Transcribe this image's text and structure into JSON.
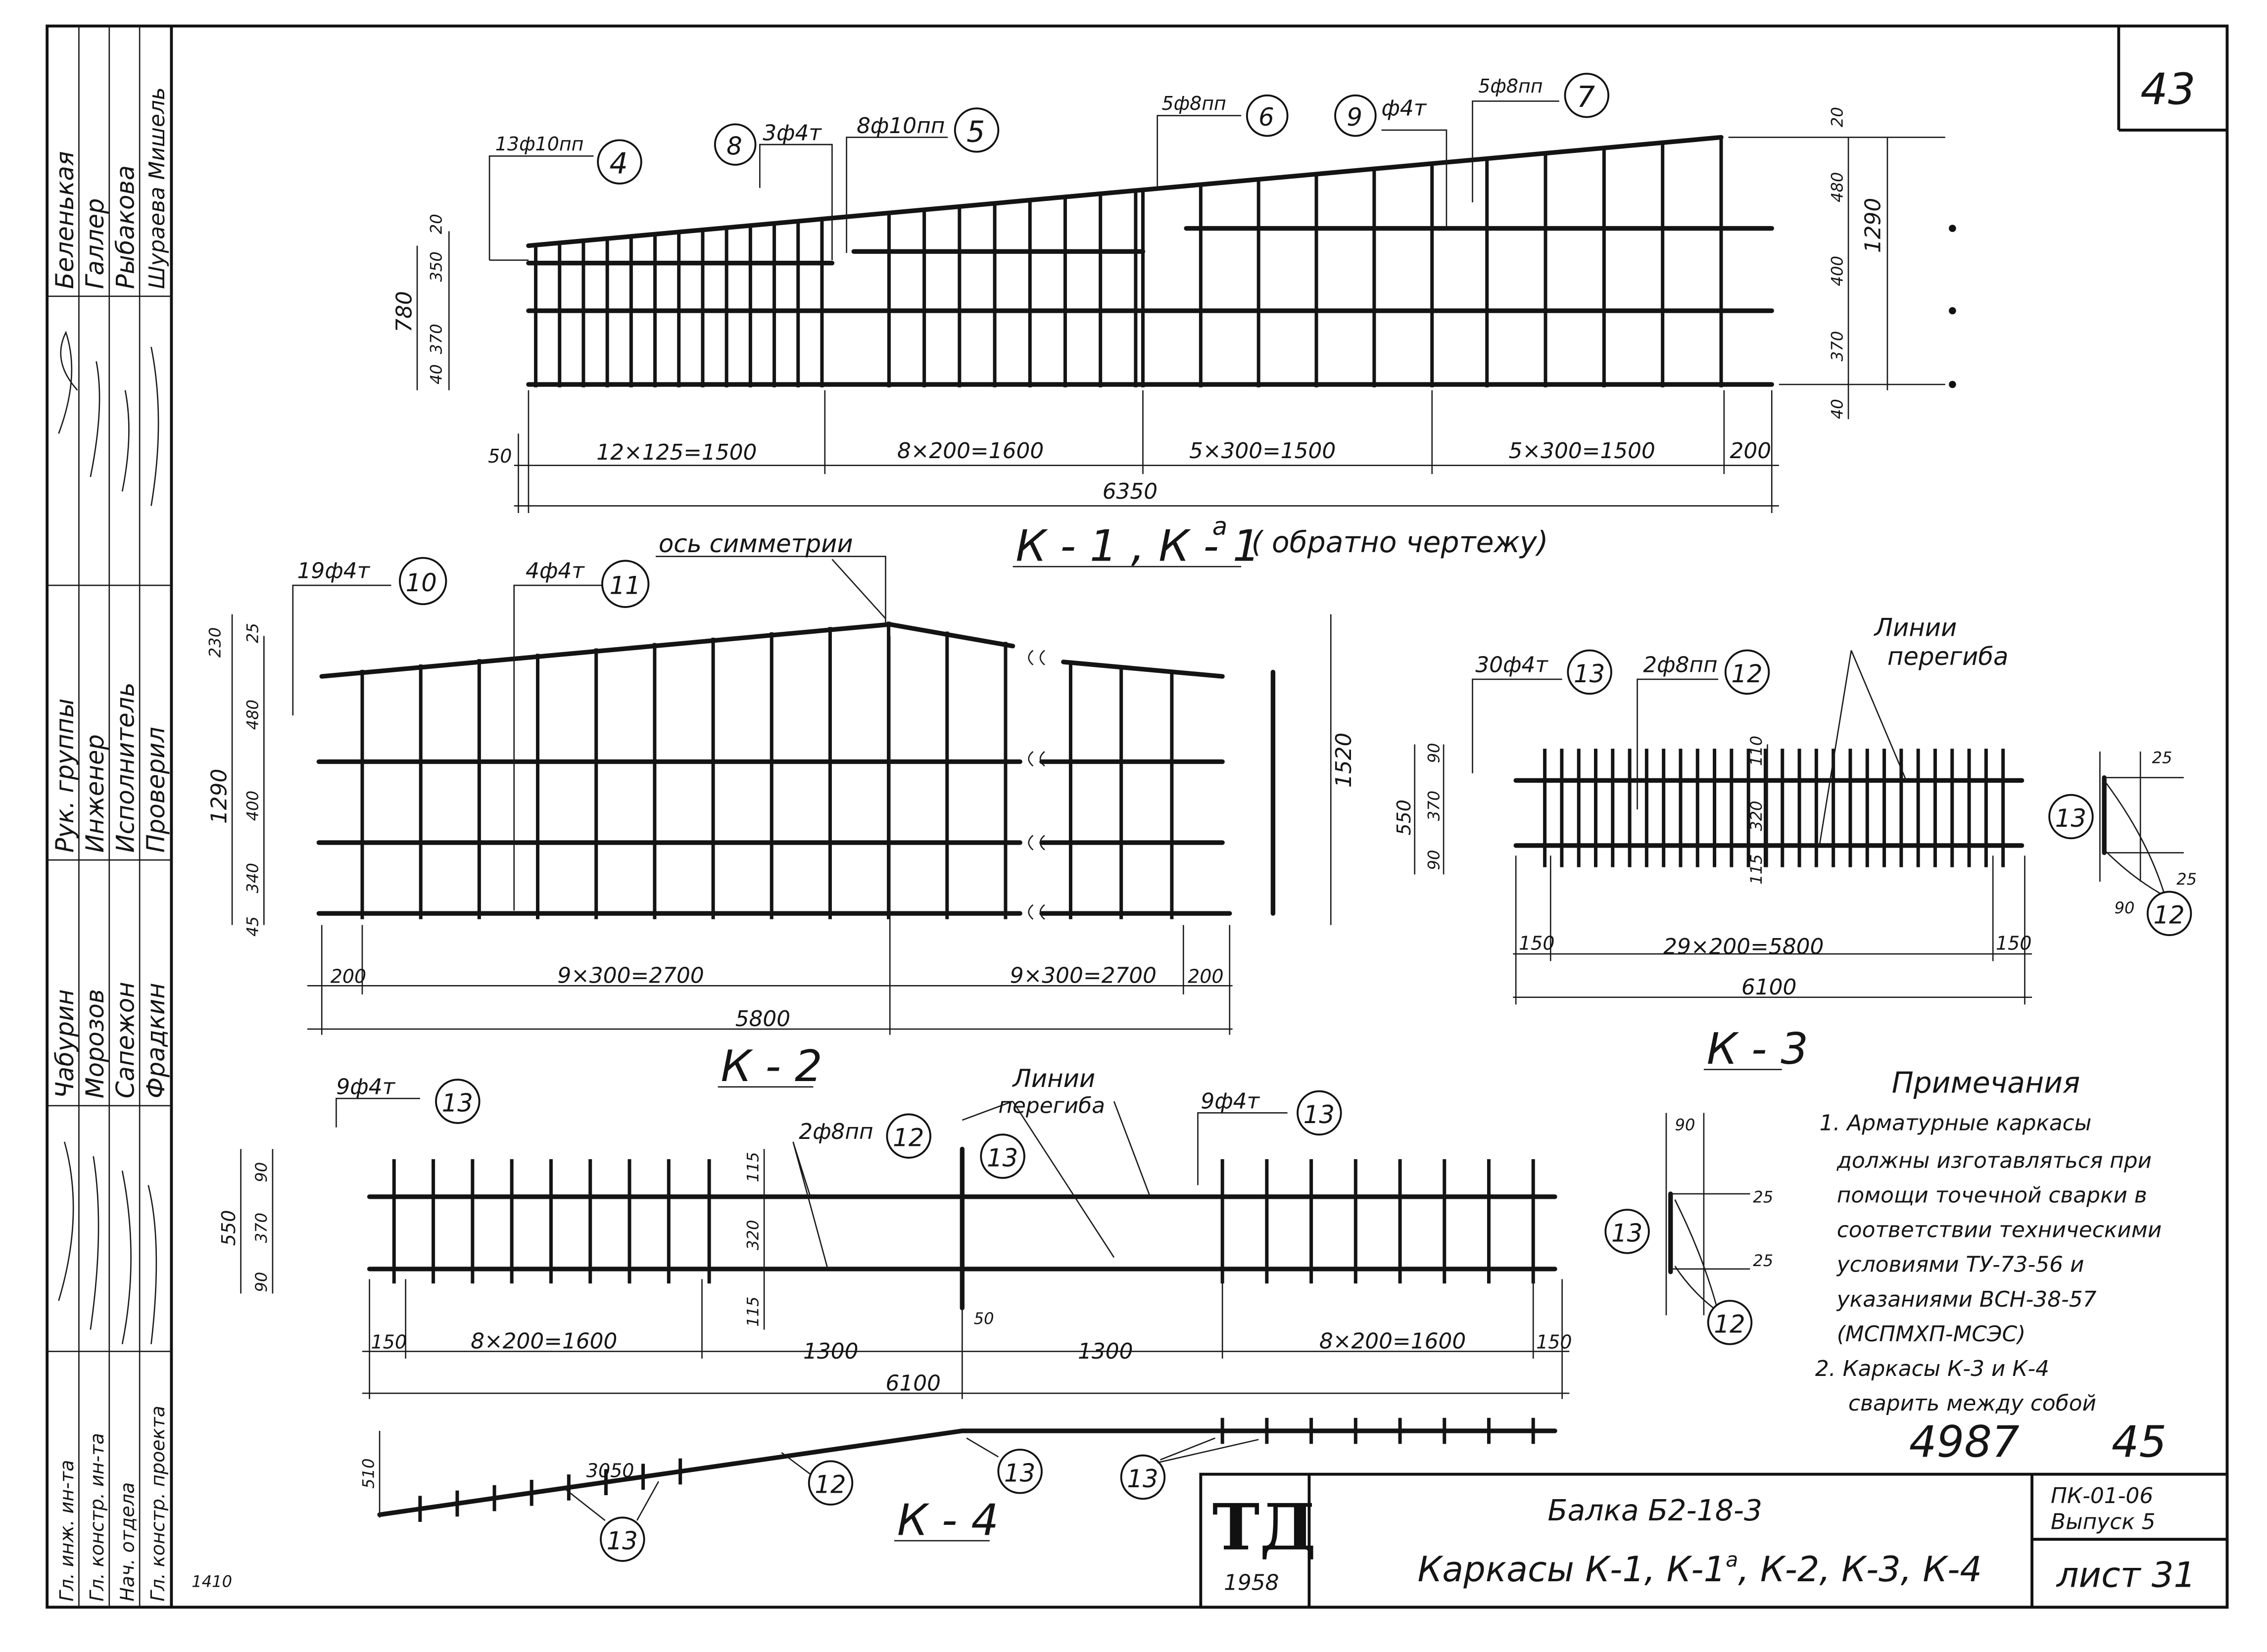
{
  "sheet": {
    "corner_number": "43",
    "code": "ПК-01-06",
    "issue": "Выпуск 5",
    "sheet_no": "лист 31",
    "logo": "ТД",
    "year": "1958",
    "title": "Балка Б2-18-3",
    "subtitle": "Каркасы К-1, К-1",
    "subtitle_sup": "а",
    "subtitle_tail": ", К-2, К-3, К-4",
    "archive": "4987",
    "archive2": "45",
    "stamp": "1410"
  },
  "staff": {
    "top_names": [
      "Беленькая",
      "Галлер",
      "Рыбакова",
      "Шураева Мишель"
    ],
    "roles": [
      "Рук. группы",
      "Инженер",
      "Исполнитель",
      "Проверил"
    ],
    "names": [
      "Чабурин",
      "Морозов",
      "Сапежон",
      "Фрадкин"
    ],
    "bottom_roles": [
      "Гл. инж. ин-та",
      "Гл. констр. ин-та",
      "Нач. отдела",
      "Гл. констр. проекта"
    ]
  },
  "k1": {
    "marks": [
      "13ф10пп",
      "4",
      "8",
      "3ф4т",
      "8ф10пп",
      "5",
      "5ф8пп",
      "6",
      "9",
      "ф4т",
      "5ф8пп",
      "7"
    ],
    "left_dims": [
      "20",
      "350",
      "370",
      "40",
      "780"
    ],
    "right_dims": [
      "20",
      "480",
      "400",
      "370",
      "40",
      "1290"
    ],
    "bottom_dims": [
      "50",
      "12×125=1500",
      "8×200=1600",
      "5×300=1500",
      "5×300=1500",
      "200",
      "6350"
    ],
    "caption": "К - 1 , К - 1",
    "caption_sup": "а",
    "caption_note": "( обратно чертежу)"
  },
  "k2": {
    "marks": [
      "19ф4т",
      "10",
      "4ф4т",
      "11"
    ],
    "axis_label": "ось симметрии",
    "left_dims": [
      "230",
      "25",
      "480",
      "1290",
      "400",
      "340",
      "45"
    ],
    "right_dim": "1520",
    "bottom_dims": [
      "200",
      "9×300=2700",
      "9×300=2700",
      "200",
      "5800"
    ],
    "caption": "К - 2"
  },
  "k3": {
    "marks": [
      "30ф4т",
      "13",
      "2ф8пп",
      "12"
    ],
    "bend_label": [
      "Линии",
      "перегиба"
    ],
    "left_dims": [
      "550",
      "90",
      "370",
      "90"
    ],
    "inner_dims": [
      "110",
      "320",
      "115"
    ],
    "bottom_dims": [
      "150",
      "29×200=5800",
      "150",
      "6100"
    ],
    "detail": [
      "25",
      "25",
      "90",
      "13",
      "12"
    ],
    "caption": "К - 3"
  },
  "k4": {
    "marks": [
      "9ф4т",
      "13",
      "2ф8пп",
      "12",
      "13",
      "9ф4т",
      "13"
    ],
    "bend_label": [
      "Линии",
      "перегиба"
    ],
    "left_dims": [
      "550",
      "90",
      "370",
      "90"
    ],
    "inner_dims": [
      "115",
      "320",
      "115",
      "50"
    ],
    "bottom_dims": [
      "150",
      "8×200=1600",
      "1300",
      "1300",
      "8×200=1600",
      "150",
      "6100"
    ],
    "profile": [
      "510",
      "3050",
      "12",
      "13",
      "13",
      "13"
    ],
    "caption": "К - 4"
  },
  "detail": [
    "90",
    "25",
    "25",
    "13",
    "12"
  ],
  "notes": {
    "title": "Примечания",
    "lines": [
      "1. Арматурные каркасы",
      "должны изготавляться при",
      "помощи точечной сварки в",
      "соответствии техническими",
      "условиями ТУ-73-56 и",
      "указаниями ВСН-38-57",
      "(МСПМХП-МСЭС)",
      "2. Каркасы К-3 и К-4",
      "сварить между собой"
    ]
  }
}
